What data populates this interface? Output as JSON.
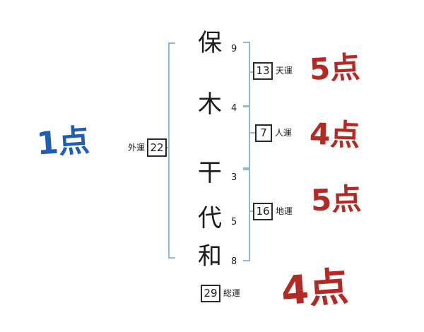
{
  "name_column": {
    "chars": [
      {
        "glyph": "保",
        "strokes": "9"
      },
      {
        "glyph": "木",
        "strokes": "4"
      },
      {
        "glyph": "干",
        "strokes": "3"
      },
      {
        "glyph": "代",
        "strokes": "5"
      },
      {
        "glyph": "和",
        "strokes": "8"
      }
    ]
  },
  "fortunes": {
    "gaiun": {
      "label": "外運",
      "value": "22"
    },
    "tenun": {
      "label": "天運",
      "value": "13"
    },
    "jinun": {
      "label": "人運",
      "value": "7"
    },
    "chiun": {
      "label": "地運",
      "value": "16"
    },
    "souun": {
      "label": "総運",
      "value": "29"
    }
  },
  "scores": {
    "gaiun": "1点",
    "tenun": "5点",
    "jinun": "4点",
    "chiun": "5点",
    "souun": "4点"
  },
  "colors": {
    "bracket_blue": "#8cbcdc",
    "score_red": "#b32a24",
    "score_blue": "#1f5eb4",
    "ink": "#1c1c1c"
  }
}
